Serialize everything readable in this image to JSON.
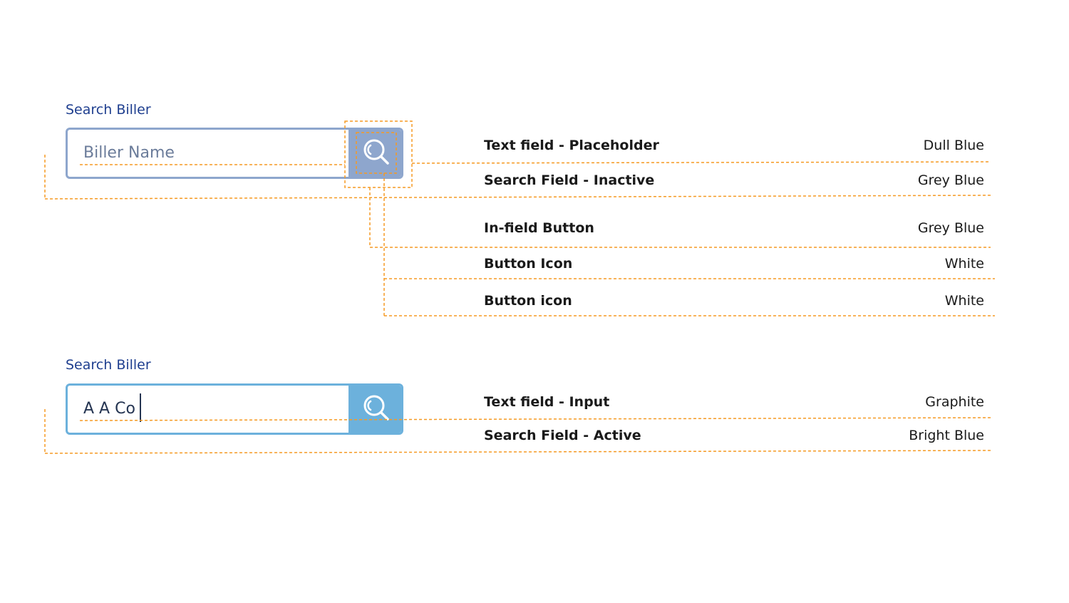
{
  "colors": {
    "label": "#1f3f8f",
    "inactive_border": "#8ea6cd",
    "inactive_button": "#8ea6cd",
    "active_border": "#6cb1dc",
    "active_button": "#6cb1dc",
    "placeholder_text": "#6b7c9a",
    "input_text": "#253552",
    "button_icon": "#ffffff",
    "guide_line": "#f59a23",
    "annotation_text": "#1a1a1a"
  },
  "inactive_example": {
    "label": "Search Biller",
    "placeholder": "Biller Name",
    "button_icon": "search-icon"
  },
  "active_example": {
    "label": "Search Biller",
    "value": "A A Co",
    "button_icon": "search-icon"
  },
  "annotations_inactive": [
    {
      "title": "Text field - Placeholder",
      "value": "Dull Blue"
    },
    {
      "title": "Search Field - Inactive",
      "value": "Grey Blue"
    },
    {
      "title": "In-field Button",
      "value": "Grey Blue"
    },
    {
      "title": "Button Icon",
      "value": "White"
    },
    {
      "title": "Button icon",
      "value": "White"
    }
  ],
  "annotations_active": [
    {
      "title": "Text field - Input",
      "value": "Graphite"
    },
    {
      "title": "Search Field - Active",
      "value": "Bright Blue"
    }
  ]
}
